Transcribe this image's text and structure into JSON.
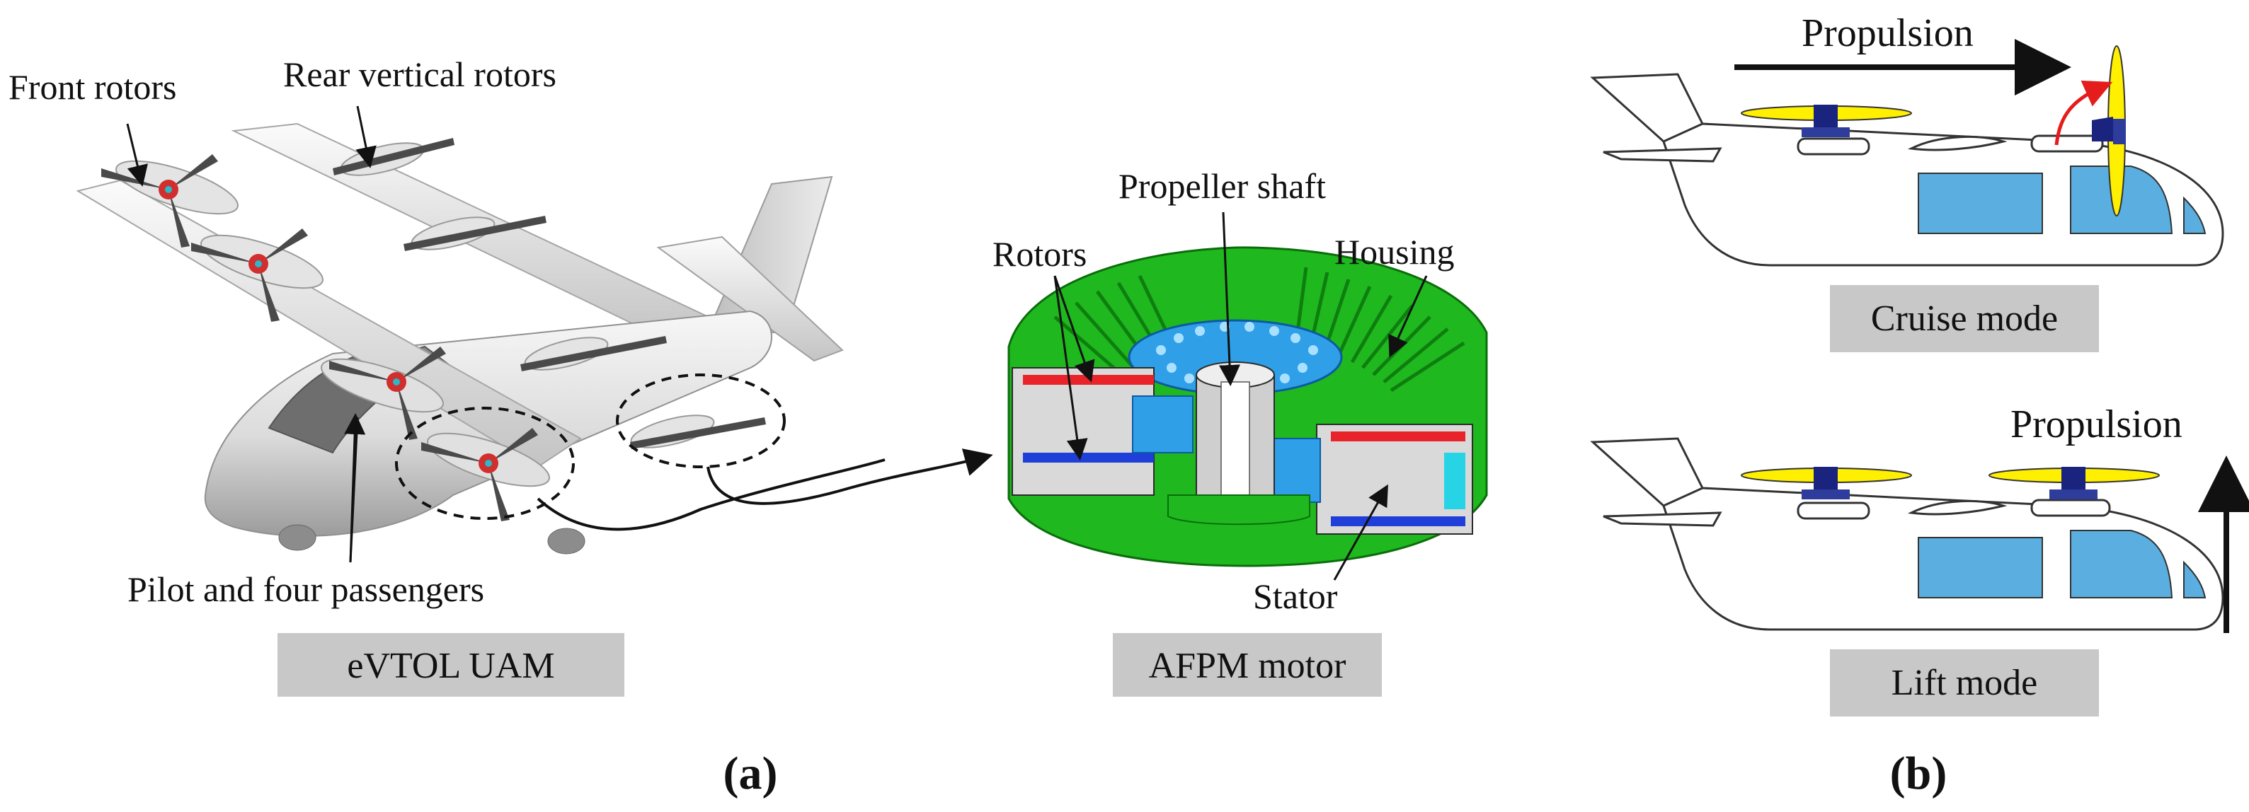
{
  "panel_a": {
    "labels": {
      "front_rotors": "Front rotors",
      "rear_vertical_rotors": "Rear vertical rotors",
      "pilot_passengers": "Pilot and four passengers",
      "propeller_shaft": "Propeller shaft",
      "rotors": "Rotors",
      "housing": "Housing",
      "stator": "Stator"
    },
    "captions": {
      "evtol": "eVTOL UAM",
      "motor": "AFPM motor"
    },
    "panel_label": "(a)"
  },
  "panel_b": {
    "cruise": {
      "propulsion_label": "Propulsion",
      "caption": "Cruise mode"
    },
    "lift": {
      "propulsion_label": "Propulsion",
      "caption": "Lift mode"
    },
    "panel_label": "(b)"
  },
  "colors": {
    "caption_box": "#c8c8c8",
    "housing_green": "#1fb81f",
    "rotor_blue": "#2f9fe8",
    "magnet_red": "#e8242a",
    "magnet_blue": "#1f3fd8",
    "propeller_yellow": "#ffef00",
    "hub_navy": "#1a237e",
    "window_blue": "#5aaee0",
    "tilt_arrow_red": "#e51c1c"
  }
}
